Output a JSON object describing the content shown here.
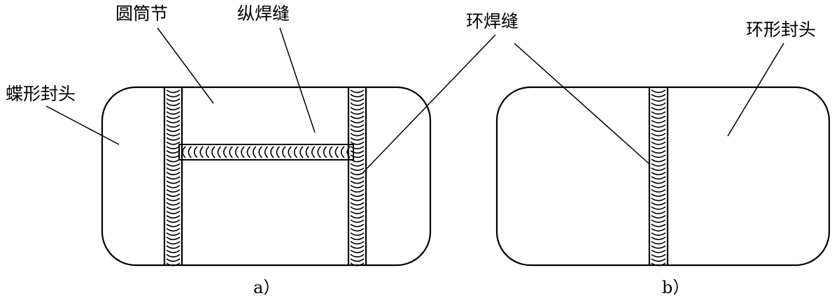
{
  "diagram_a": {
    "caption": "a）",
    "labels": {
      "head": "蝶形封头",
      "shell": "圆筒节",
      "longitudinal_weld": "纵焊缝"
    }
  },
  "diagram_b": {
    "caption": "b）",
    "labels": {
      "head": "环形封头"
    }
  },
  "shared": {
    "circumferential_weld": "环焊缝"
  },
  "colors": {
    "stroke": "#000000",
    "background": "#ffffff"
  }
}
